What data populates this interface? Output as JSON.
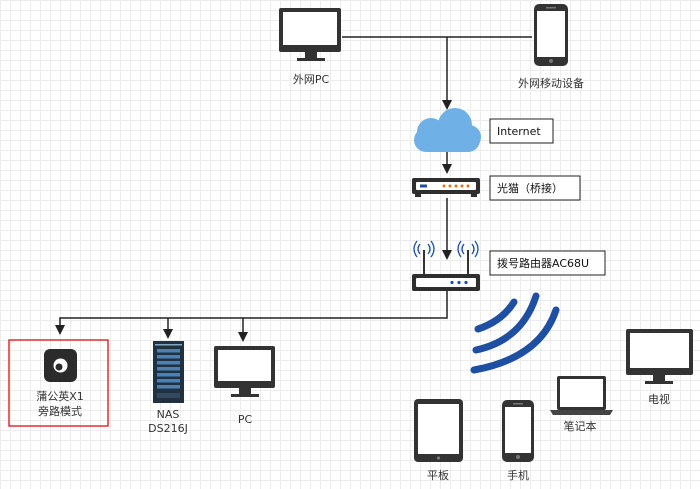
{
  "nodes": {
    "external_pc": "外网PC",
    "external_mobile": "外网移动设备",
    "internet": "Internet",
    "optical_modem": "光猫（桥接）",
    "dialup_router": "拨号路由器AC68U",
    "pgy_line1": "蒲公英X1",
    "pgy_line2": "旁路模式",
    "nas_line1": "NAS",
    "nas_line2": "DS216J",
    "lan_pc": "PC",
    "tablet": "平板",
    "phone": "手机",
    "laptop": "笔记本",
    "tv": "电视"
  },
  "colors": {
    "wifi_blue": "#1f4fa3",
    "cloud_blue": "#6fb1e6",
    "highlight_red": "#e03030",
    "device_dark": "#2e2e2e",
    "line": "#222222"
  }
}
